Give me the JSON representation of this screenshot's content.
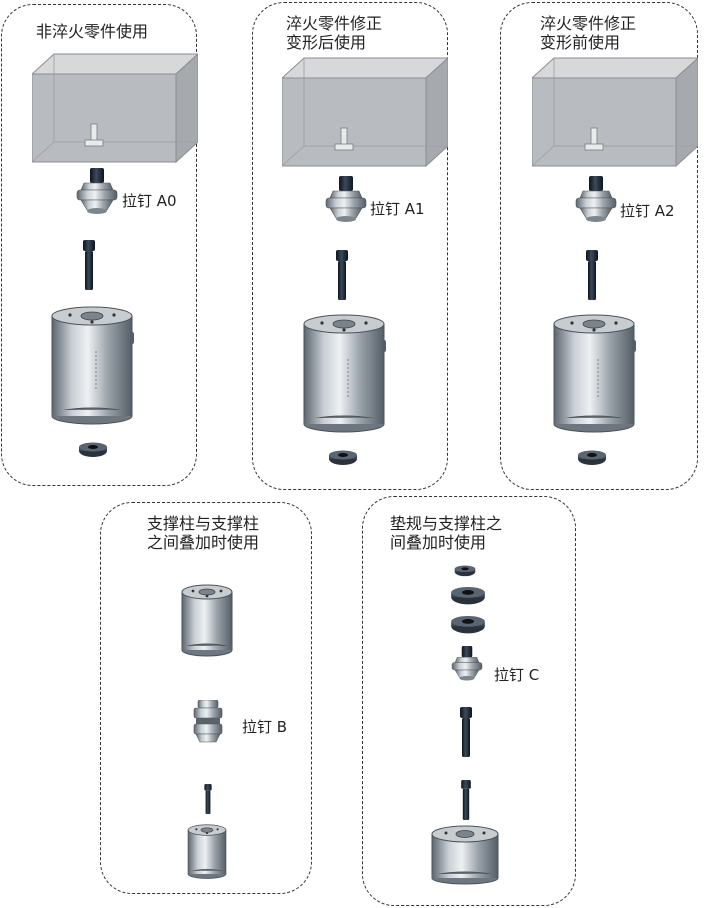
{
  "panels": [
    {
      "title": "非淬火零件使用",
      "pin_label": "拉钉 A0"
    },
    {
      "title": "淬火零件修正\n变形后使用",
      "pin_label": "拉钉 A1"
    },
    {
      "title": "淬火零件修正\n变形前使用",
      "pin_label": "拉钉 A2"
    },
    {
      "title": "支撑柱与支撑柱\n之间叠加时使用",
      "pin_label": "拉钉 B"
    },
    {
      "title": "垫规与支撑柱之\n间叠加时使用",
      "pin_label": "拉钉 C"
    }
  ],
  "colors": {
    "border": "#333333",
    "metal_light": "#d8dde2",
    "metal_dark": "#6e767f",
    "bolt": "#1a2330",
    "block": "#b8bcc0"
  }
}
